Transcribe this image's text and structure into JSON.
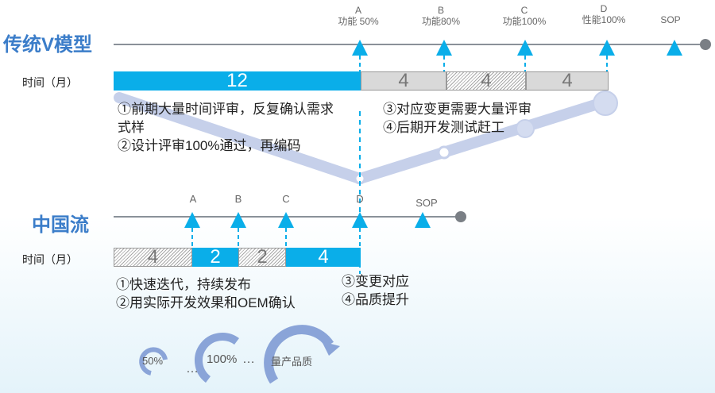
{
  "colors": {
    "accent": "#0aaee9",
    "line": "#8a9199",
    "arrow": "#0aaee9",
    "path": "#c6d0ea",
    "circle": "#8aa4d8",
    "title": "#3b7dc9"
  },
  "traditional": {
    "title": "传统V模型",
    "axis_label": "时间（月）",
    "milestones": [
      {
        "letter": "A",
        "label": "功能 50%"
      },
      {
        "letter": "B",
        "label": "功能80%"
      },
      {
        "letter": "C",
        "label": "功能100%"
      },
      {
        "letter": "D",
        "label": "性能100%"
      },
      {
        "letter": "",
        "label": "SOP"
      }
    ],
    "bars": [
      "12",
      "4",
      "4",
      "4"
    ],
    "notes_left": [
      "①前期大量时间评审，反复确认需求",
      "式样",
      "②设计评审100%通过，再编码"
    ],
    "notes_right": [
      "③对应变更需要大量评审",
      "④后期开发测试赶工"
    ]
  },
  "china": {
    "title": "中国流",
    "axis_label": "时间（月）",
    "milestones": [
      "A",
      "B",
      "C",
      "D",
      "SOP"
    ],
    "bars": [
      "4",
      "2",
      "2",
      "4"
    ],
    "notes_left": [
      "①快速迭代，持续发布",
      "②用实际开发效果和OEM确认"
    ],
    "notes_right": [
      "③变更对应",
      "④品质提升"
    ]
  },
  "cycles": {
    "small": "50%",
    "mid": "100%",
    "large": "量产品质",
    "ellipsis": "…"
  }
}
